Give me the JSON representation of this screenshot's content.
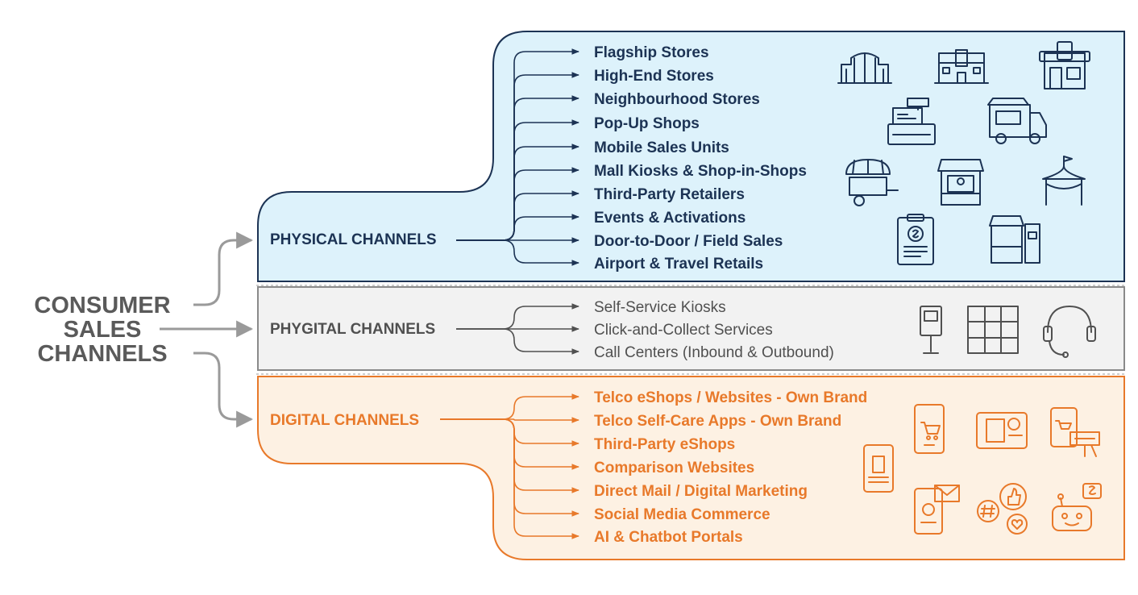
{
  "title": {
    "lines": [
      "CONSUMER",
      "SALES",
      "CHANNELS"
    ]
  },
  "colors": {
    "physical": "#1c3354",
    "physical_bg": "#ddf2fb",
    "phygital": "#505050",
    "phygital_bg": "#f2f2f2",
    "digital": "#e8792a",
    "digital_bg": "#fdf1e3",
    "connector": "#9a9a9a",
    "title": "#5a5a5a"
  },
  "groups": [
    {
      "id": "physical",
      "label": "PHYSICAL CHANNELS",
      "items": [
        "Flagship Stores",
        "High-End Stores",
        "Neighbourhood Stores",
        "Pop-Up Shops",
        "Mobile Sales Units",
        "Mall Kiosks & Shop-in-Shops",
        "Third-Party Retailers",
        "Events & Activations",
        "Door-to-Door / Field Sales",
        "Airport & Travel Retails"
      ],
      "icons": [
        "office-building-icon",
        "storefront-building-icon",
        "shop-front-icon",
        "cash-register-icon",
        "delivery-truck-icon",
        "food-cart-icon",
        "kiosk-stall-icon",
        "event-tent-icon",
        "receipt-clipboard-icon",
        "booth-with-atm-icon"
      ]
    },
    {
      "id": "phygital",
      "label": "PHYGITAL CHANNELS",
      "items": [
        "Self-Service Kiosks",
        "Click-and-Collect Services",
        "Call Centers (Inbound & Outbound)"
      ],
      "icons": [
        "self-service-kiosk-icon",
        "parcel-locker-icon",
        "headset-icon"
      ]
    },
    {
      "id": "digital",
      "label": "DIGITAL CHANNELS",
      "items": [
        "Telco eShops / Websites - Own Brand",
        "Telco Self-Care Apps - Own Brand",
        "Third-Party eShops",
        "Comparison Websites",
        "Direct Mail / Digital Marketing",
        "Social Media Commerce",
        "AI & Chatbot Portals"
      ],
      "icons": [
        "mobile-app-icon",
        "mobile-shopping-cart-icon",
        "tablet-payment-icon",
        "online-shopping-keyboard-icon",
        "mobile-mail-payment-icon",
        "social-media-icon",
        "chatbot-icon"
      ]
    }
  ]
}
